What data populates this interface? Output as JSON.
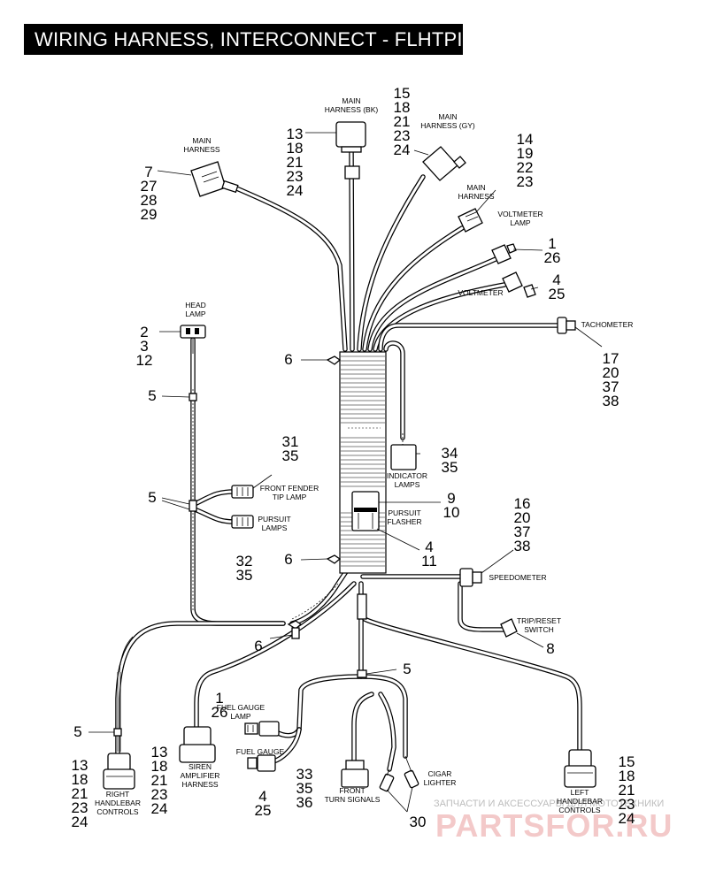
{
  "title": "WIRING HARNESS, INTERCONNECT - FLHTPI",
  "labels": {
    "main_harness_bk": [
      "MAIN",
      "HARNESS (BK)"
    ],
    "main_harness_gy": [
      "MAIN",
      "HARNESS (GY)"
    ],
    "main_harness_left": [
      "MAIN",
      "HARNESS"
    ],
    "main_harness_right": [
      "MAIN",
      "HARNESS"
    ],
    "voltmeter_lamp": [
      "VOLTMETER",
      "LAMP"
    ],
    "voltmeter": "VOLTMETER",
    "head_lamp": [
      "HEAD",
      "LAMP"
    ],
    "tachometer": "TACHOMETER",
    "front_fender_tip_lamp": [
      "FRONT FENDER",
      "TIP LAMP"
    ],
    "pursuit_lamps": [
      "PURSUIT",
      "LAMPS"
    ],
    "indicator_lamps": [
      "INDICATOR",
      "LAMPS"
    ],
    "pursuit_flasher": [
      "PURSUIT",
      "FLASHER"
    ],
    "speedometer": "SPEEDOMETER",
    "trip_reset_switch": [
      "TRIP/RESET",
      "SWITCH"
    ],
    "fuel_gauge_lamp": [
      "FUEL GAUGE",
      "LAMP"
    ],
    "fuel_gauge": "FUEL GAUGE",
    "siren_amplifier_harness": [
      "SIREN",
      "AMPLIFIER",
      "HARNESS"
    ],
    "front_turn_signals": [
      "FRONT",
      "TURN SIGNALS"
    ],
    "cigar_lighter": [
      "CIGAR",
      "LIGHTER"
    ],
    "right_handlebar_controls": [
      "RIGHT",
      "HANDLEBAR",
      "CONTROLS"
    ],
    "left_handlebar_controls": [
      "LEFT",
      "HANDLEBAR",
      "CONTROLS"
    ]
  },
  "callouts": {
    "main_harness_left": [
      "7",
      "27",
      "28",
      "29"
    ],
    "main_harness_bk": [
      "13",
      "18",
      "21",
      "23",
      "24"
    ],
    "main_harness_gy": [
      "15",
      "18",
      "21",
      "23",
      "24"
    ],
    "main_harness_right": [
      "14",
      "19",
      "22",
      "23"
    ],
    "voltmeter_lamp": [
      "1",
      "26"
    ],
    "voltmeter": [
      "4",
      "25"
    ],
    "head_lamp": [
      "2",
      "3",
      "12"
    ],
    "clip_upper": "6",
    "clip_mid": "6",
    "clip_lower": "6",
    "bushing_headlamp": "5",
    "bushing_pursuit": "5",
    "bushing_right": "5",
    "bushing_center": "5",
    "tachometer": [
      "17",
      "20",
      "37",
      "38"
    ],
    "front_fender_tip_lamp": [
      "31",
      "35"
    ],
    "pursuit_lamps": [
      "32",
      "35"
    ],
    "indicator_lamps": [
      "34",
      "35"
    ],
    "pursuit_flasher_top": [
      "9",
      "10"
    ],
    "pursuit_flasher_bottom": [
      "4",
      "11"
    ],
    "speedometer": [
      "16",
      "20",
      "37",
      "38"
    ],
    "trip_reset_switch": "8",
    "fuel_gauge_lamp": [
      "1",
      "26"
    ],
    "fuel_gauge": [
      "4",
      "25"
    ],
    "siren_amplifier_harness": [
      "13",
      "18",
      "21",
      "23",
      "24"
    ],
    "front_turn_signals": [
      "33",
      "35",
      "36"
    ],
    "cigar_lighter": "30",
    "right_handlebar_controls": [
      "13",
      "18",
      "21",
      "23",
      "24"
    ],
    "left_handlebar_controls": [
      "15",
      "18",
      "21",
      "23",
      "24"
    ]
  },
  "watermark": {
    "caption": "ЗАПЧАСТИ И АКСЕССУАРЫ ДЛЯ МОТОТЕХНИКИ",
    "brand": "PARTSFOR.RU"
  }
}
